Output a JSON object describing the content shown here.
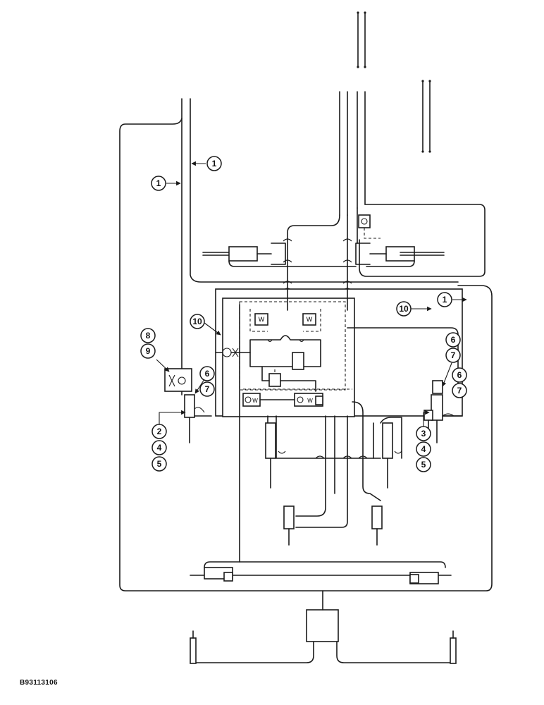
{
  "figure_id": "B93113106",
  "callouts": {
    "c1a": "1",
    "c1b": "1",
    "c1c": "1",
    "c2": "2",
    "c3": "3",
    "c4a": "4",
    "c4b": "4",
    "c5a": "5",
    "c5b": "5",
    "c6a": "6",
    "c6b": "6",
    "c6c": "6",
    "c7a": "7",
    "c7b": "7",
    "c7c": "7",
    "c8": "8",
    "c9": "9",
    "c10a": "10",
    "c10b": "10"
  }
}
